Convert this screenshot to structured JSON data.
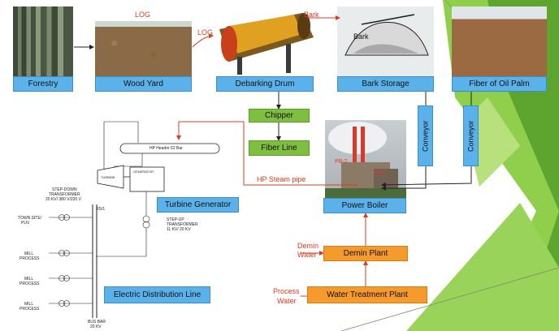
{
  "labels": {
    "forestry": "Forestry",
    "wood_yard": "Wood Yard",
    "debarking_drum": "Debarking Drum",
    "bark_storage": "Bark Storage",
    "fiber_oil_palm": "Fiber of Oil Palm",
    "chipper": "Chipper",
    "fiber_line": "Fiber Line",
    "turbine_generator": "Turbine Generator",
    "power_boiler": "Power Boiler",
    "demin_plant": "Demin Plant",
    "water_treatment_plant": "Water Treatment Plant",
    "electric_distribution_line": "Electric Distribution Line",
    "conveyor_1": "Conveyor",
    "conveyor_2": "Conveyor"
  },
  "annotations": {
    "log_top": "LOG",
    "log_drum": "LOG",
    "bark_top": "Bark",
    "bark_inside": "Bark",
    "hp_steam_pipe": "HP Steam pipe",
    "demin_water_1": "Demin",
    "demin_water_2": "Water",
    "process_water_1": "Process",
    "process_water_2": "Water",
    "pb2": "PB-2",
    "pb1": "PB-1"
  },
  "schematic": {
    "hp_header": "HP Header 62 Bar",
    "turbine": "TURBINE",
    "generator": "GENERATOR",
    "stepdown_1": "STEP-DOWN",
    "stepdown_2": "TRANSFORMER",
    "stepdown_3": "20 KV/ 380 V/220 V",
    "stepup_1": "STEP-UP",
    "stepup_2": "TRANSFORMER",
    "stepup_3": "11 KV/ 20 KV",
    "town_1": "TOWN SITE/",
    "town_2": "PLN",
    "mill1_1": "MILL",
    "mill1_2": "PROCESS",
    "mill2_1": "MILL",
    "mill2_2": "PROCESS",
    "mill3_1": "MILL",
    "mill3_2": "PROCESS",
    "busbar_1": "BUS BAR",
    "busbar_2": "20 KV",
    "rs": "RS/1"
  },
  "colors": {
    "box_blue": "#5bb2ea",
    "box_green": "#7fbf3f",
    "box_orange": "#f59a2c",
    "arrow_red": "#e03a1e",
    "line_dark": "#222222",
    "bg_green": "#6db33f"
  }
}
